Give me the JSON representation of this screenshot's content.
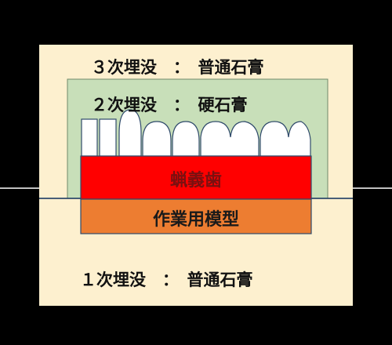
{
  "investment": {
    "stone3_label": "３次埋没　：　普通石膏",
    "stone2_label": "２次埋没　：　硬石膏",
    "stone1_label": "１次埋没　：　普通石膏"
  },
  "denture": {
    "wax_label": "蝋義歯",
    "model_label": "作業用模型"
  },
  "colors": {
    "cream": "#fdf0cf",
    "green": "#c8dfb9",
    "wax_red": "#ff0000",
    "model_orange": "#ed7d31",
    "outline": "#2f4a6b"
  }
}
